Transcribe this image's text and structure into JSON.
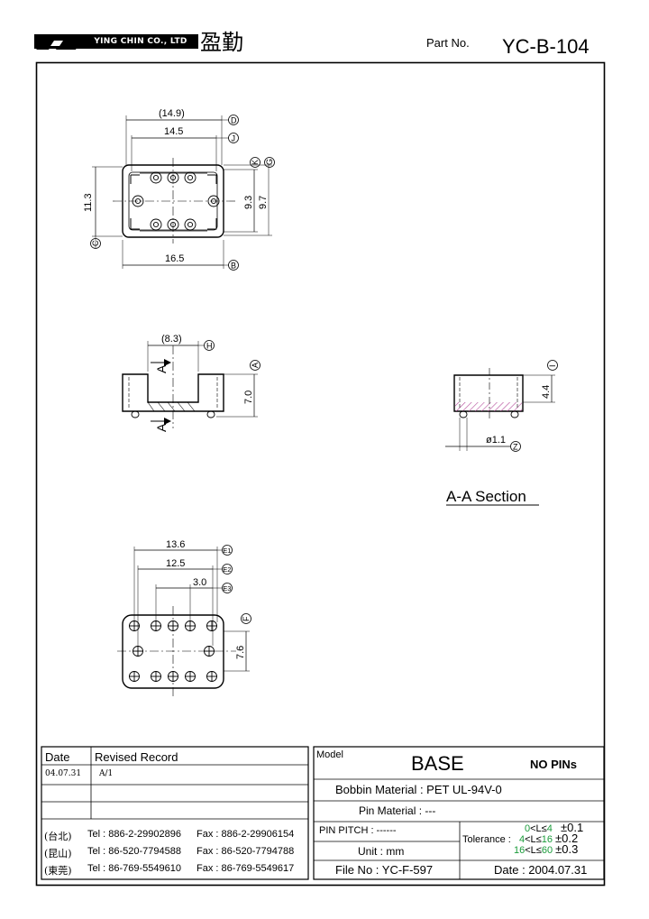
{
  "header": {
    "company_en": "YING CHIN CO., LTD",
    "company_cn": "盈勤",
    "part_label": "Part No.",
    "part_number": "YC-B-104"
  },
  "top_view": {
    "dim_outer_width": "(14.9)",
    "dim_width": "14.5",
    "dim_height": "11.3",
    "dim_9_3": "9.3",
    "dim_9_7": "9.7",
    "dim_bottom": "16.5",
    "mark_D": "D",
    "mark_J": "J",
    "mark_K": "K",
    "mark_G": "G",
    "mark_C": "C",
    "mark_B": "B"
  },
  "side_view": {
    "dim_8_3": "(8.3)",
    "dim_7_0": "7.0",
    "mark_H": "H",
    "mark_A": "A",
    "section_letter": "A"
  },
  "section_view": {
    "dim_4_4": "4.4",
    "dim_pin": "ø1.1",
    "mark_I": "I",
    "mark_Z": "Z",
    "title": "A-A  Section"
  },
  "bottom_view": {
    "dim_13_6": "13.6",
    "dim_12_5": "12.5",
    "dim_3_0": "3.0",
    "dim_7_6": "7.6",
    "mark_E1": "E1",
    "mark_E2": "E2",
    "mark_E3": "E3",
    "mark_F": "F"
  },
  "revision_table": {
    "col_date": "Date",
    "col_record": "Revised  Record",
    "rows": [
      {
        "date": "04.07.31",
        "record": "A/1"
      },
      {
        "date": "",
        "record": ""
      },
      {
        "date": "",
        "record": ""
      }
    ]
  },
  "contacts": [
    {
      "region": "(台北)",
      "tel": "Tel : 886-2-29902896",
      "fax": "Fax : 886-2-29906154"
    },
    {
      "region": "(昆山)",
      "tel": "Tel : 86-520-7794588",
      "fax": "Fax : 86-520-7794788"
    },
    {
      "region": "(東莞)",
      "tel": "Tel : 86-769-5549610",
      "fax": "Fax : 86-769-5549617"
    }
  ],
  "title_block": {
    "model_label": "Model",
    "model_value": "BASE",
    "pins_note": "NO PINs",
    "bobbin_material": "Bobbin  Material : PET  UL-94V-0",
    "pin_material": "Pin  Material : ---",
    "pin_pitch": "PIN  PITCH : ------",
    "unit": "Unit : mm",
    "tolerance_label": "Tolerance :",
    "tolerances": [
      {
        "lo": "0",
        "range": "<L≤",
        "hi": "4",
        "tol": "±0.1"
      },
      {
        "lo": "4",
        "range": "<L≤",
        "hi": "16",
        "tol": "±0.2"
      },
      {
        "lo": "16",
        "range": "<L≤",
        "hi": "60",
        "tol": "±0.3"
      }
    ],
    "file_no": "File  No : YC-F-597",
    "date": "Date : 2004.07.31"
  }
}
